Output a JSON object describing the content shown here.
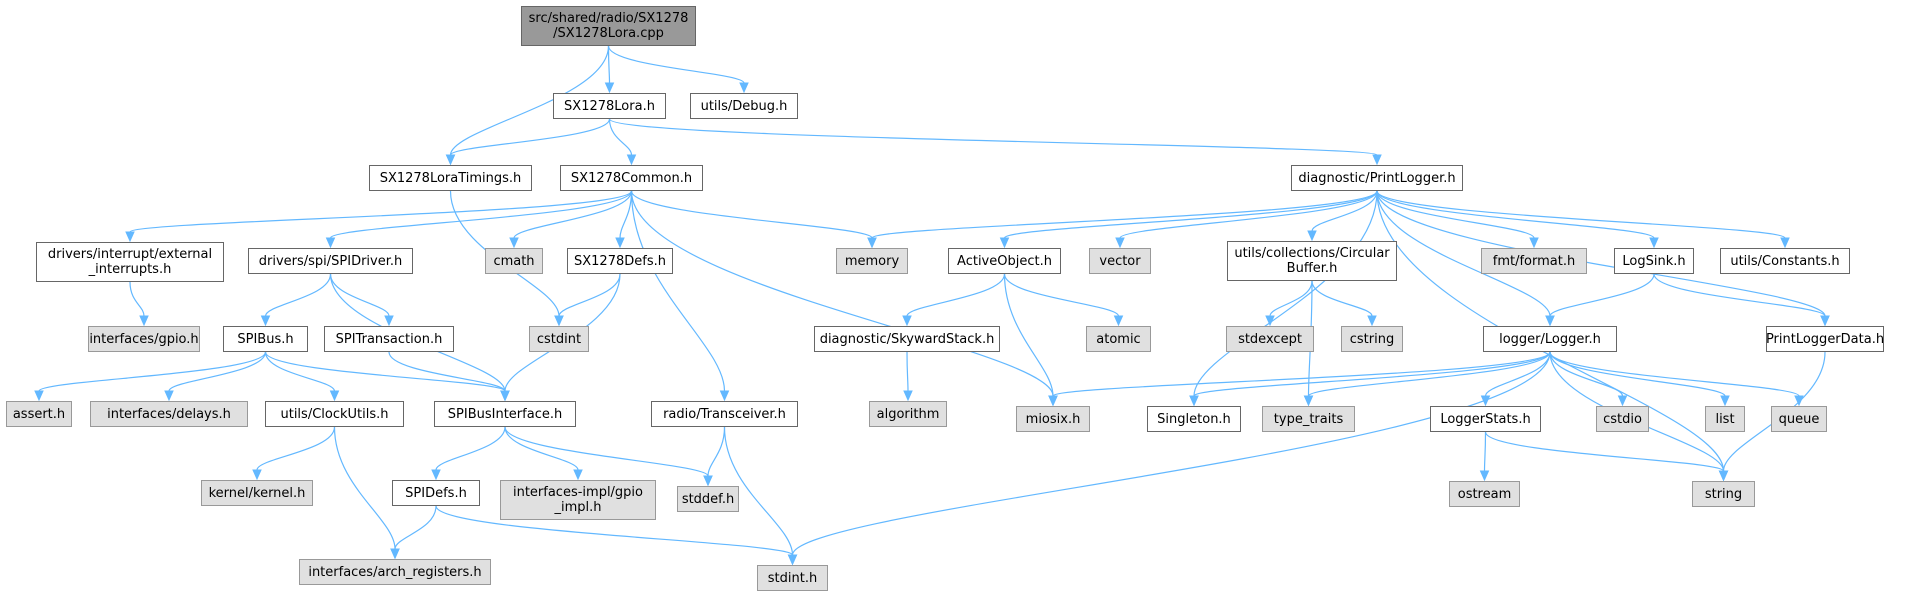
{
  "colors": {
    "edge": "#63b8ff",
    "documented_fill": "#ffffff",
    "external_fill": "#e0e0e0",
    "root_fill": "#999999"
  },
  "nodes": [
    {
      "id": "root",
      "label": "src/shared/radio/SX1278\n/SX1278Lora.cpp",
      "kind": "root"
    },
    {
      "id": "sx1278lora_h",
      "label": "SX1278Lora.h",
      "kind": "doc"
    },
    {
      "id": "utils_debug",
      "label": "utils/Debug.h",
      "kind": "doc"
    },
    {
      "id": "loratimings",
      "label": "SX1278LoraTimings.h",
      "kind": "doc"
    },
    {
      "id": "common",
      "label": "SX1278Common.h",
      "kind": "doc"
    },
    {
      "id": "printlogger",
      "label": "diagnostic/PrintLogger.h",
      "kind": "doc"
    },
    {
      "id": "ext_int",
      "label": "drivers/interrupt/external\n_interrupts.h",
      "kind": "doc"
    },
    {
      "id": "spidriver",
      "label": "drivers/spi/SPIDriver.h",
      "kind": "doc"
    },
    {
      "id": "cmath",
      "label": "cmath",
      "kind": "ext"
    },
    {
      "id": "defs",
      "label": "SX1278Defs.h",
      "kind": "doc"
    },
    {
      "id": "memory",
      "label": "memory",
      "kind": "ext"
    },
    {
      "id": "activeobject",
      "label": "ActiveObject.h",
      "kind": "doc"
    },
    {
      "id": "vector",
      "label": "vector",
      "kind": "ext"
    },
    {
      "id": "circbuf",
      "label": "utils/collections/Circular\nBuffer.h",
      "kind": "doc"
    },
    {
      "id": "fmt",
      "label": "fmt/format.h",
      "kind": "ext"
    },
    {
      "id": "logsink",
      "label": "LogSink.h",
      "kind": "doc"
    },
    {
      "id": "constants",
      "label": "utils/Constants.h",
      "kind": "doc"
    },
    {
      "id": "gpio",
      "label": "interfaces/gpio.h",
      "kind": "ext"
    },
    {
      "id": "spibus",
      "label": "SPIBus.h",
      "kind": "doc"
    },
    {
      "id": "spitrans",
      "label": "SPITransaction.h",
      "kind": "doc"
    },
    {
      "id": "cstdint",
      "label": "cstdint",
      "kind": "ext"
    },
    {
      "id": "skyward",
      "label": "diagnostic/SkywardStack.h",
      "kind": "doc"
    },
    {
      "id": "atomic",
      "label": "atomic",
      "kind": "ext"
    },
    {
      "id": "stdexcept",
      "label": "stdexcept",
      "kind": "ext"
    },
    {
      "id": "cstring",
      "label": "cstring",
      "kind": "ext"
    },
    {
      "id": "logger",
      "label": "logger/Logger.h",
      "kind": "doc"
    },
    {
      "id": "pldata",
      "label": "PrintLoggerData.h",
      "kind": "doc"
    },
    {
      "id": "assert",
      "label": "assert.h",
      "kind": "ext"
    },
    {
      "id": "delays",
      "label": "interfaces/delays.h",
      "kind": "ext"
    },
    {
      "id": "clockutils",
      "label": "utils/ClockUtils.h",
      "kind": "doc"
    },
    {
      "id": "spibusif",
      "label": "SPIBusInterface.h",
      "kind": "doc"
    },
    {
      "id": "transceiver",
      "label": "radio/Transceiver.h",
      "kind": "doc"
    },
    {
      "id": "algorithm",
      "label": "algorithm",
      "kind": "ext"
    },
    {
      "id": "miosix",
      "label": "miosix.h",
      "kind": "ext"
    },
    {
      "id": "singleton",
      "label": "Singleton.h",
      "kind": "doc"
    },
    {
      "id": "typetraits",
      "label": "type_traits",
      "kind": "ext"
    },
    {
      "id": "loggerstats",
      "label": "LoggerStats.h",
      "kind": "doc"
    },
    {
      "id": "cstdio",
      "label": "cstdio",
      "kind": "ext"
    },
    {
      "id": "list",
      "label": "list",
      "kind": "ext"
    },
    {
      "id": "queue",
      "label": "queue",
      "kind": "ext"
    },
    {
      "id": "kernel",
      "label": "kernel/kernel.h",
      "kind": "ext"
    },
    {
      "id": "spidefs",
      "label": "SPIDefs.h",
      "kind": "doc"
    },
    {
      "id": "gpioimpl",
      "label": "interfaces-impl/gpio\n_impl.h",
      "kind": "ext"
    },
    {
      "id": "stddef",
      "label": "stddef.h",
      "kind": "ext"
    },
    {
      "id": "ostream",
      "label": "ostream",
      "kind": "ext"
    },
    {
      "id": "string",
      "label": "string",
      "kind": "ext"
    },
    {
      "id": "archreg",
      "label": "interfaces/arch_registers.h",
      "kind": "ext"
    },
    {
      "id": "stdint",
      "label": "stdint.h",
      "kind": "ext"
    }
  ],
  "edges": [
    [
      "root",
      "sx1278lora_h"
    ],
    [
      "root",
      "utils_debug"
    ],
    [
      "root",
      "loratimings"
    ],
    [
      "sx1278lora_h",
      "loratimings"
    ],
    [
      "sx1278lora_h",
      "common"
    ],
    [
      "sx1278lora_h",
      "printlogger"
    ],
    [
      "loratimings",
      "cstdint"
    ],
    [
      "common",
      "ext_int"
    ],
    [
      "common",
      "spidriver"
    ],
    [
      "common",
      "cmath"
    ],
    [
      "common",
      "defs"
    ],
    [
      "common",
      "memory"
    ],
    [
      "common",
      "miosix"
    ],
    [
      "common",
      "transceiver"
    ],
    [
      "printlogger",
      "memory"
    ],
    [
      "printlogger",
      "activeobject"
    ],
    [
      "printlogger",
      "vector"
    ],
    [
      "printlogger",
      "circbuf"
    ],
    [
      "printlogger",
      "fmt"
    ],
    [
      "printlogger",
      "logsink"
    ],
    [
      "printlogger",
      "constants"
    ],
    [
      "printlogger",
      "singleton"
    ],
    [
      "printlogger",
      "logger"
    ],
    [
      "printlogger",
      "pldata"
    ],
    [
      "printlogger",
      "string"
    ],
    [
      "ext_int",
      "gpio"
    ],
    [
      "spidriver",
      "spibus"
    ],
    [
      "spidriver",
      "spitrans"
    ],
    [
      "spidriver",
      "spibusif"
    ],
    [
      "defs",
      "cstdint"
    ],
    [
      "defs",
      "spibusif"
    ],
    [
      "activeobject",
      "skyward"
    ],
    [
      "activeobject",
      "atomic"
    ],
    [
      "activeobject",
      "miosix"
    ],
    [
      "circbuf",
      "stdexcept"
    ],
    [
      "circbuf",
      "cstring"
    ],
    [
      "circbuf",
      "typetraits"
    ],
    [
      "logsink",
      "logger"
    ],
    [
      "logsink",
      "pldata"
    ],
    [
      "spibus",
      "assert"
    ],
    [
      "spibus",
      "delays"
    ],
    [
      "spibus",
      "clockutils"
    ],
    [
      "spibus",
      "spibusif"
    ],
    [
      "spitrans",
      "spibusif"
    ],
    [
      "skyward",
      "algorithm"
    ],
    [
      "logger",
      "miosix"
    ],
    [
      "logger",
      "singleton"
    ],
    [
      "logger",
      "typetraits"
    ],
    [
      "logger",
      "loggerstats"
    ],
    [
      "logger",
      "cstdio"
    ],
    [
      "logger",
      "list"
    ],
    [
      "logger",
      "queue"
    ],
    [
      "logger",
      "string"
    ],
    [
      "logger",
      "stdint"
    ],
    [
      "pldata",
      "string"
    ],
    [
      "clockutils",
      "kernel"
    ],
    [
      "clockutils",
      "archreg"
    ],
    [
      "spibusif",
      "spidefs"
    ],
    [
      "spibusif",
      "gpioimpl"
    ],
    [
      "spibusif",
      "stddef"
    ],
    [
      "transceiver",
      "stddef"
    ],
    [
      "transceiver",
      "stdint"
    ],
    [
      "loggerstats",
      "ostream"
    ],
    [
      "loggerstats",
      "string"
    ],
    [
      "spidefs",
      "archreg"
    ],
    [
      "spidefs",
      "stdint"
    ]
  ]
}
